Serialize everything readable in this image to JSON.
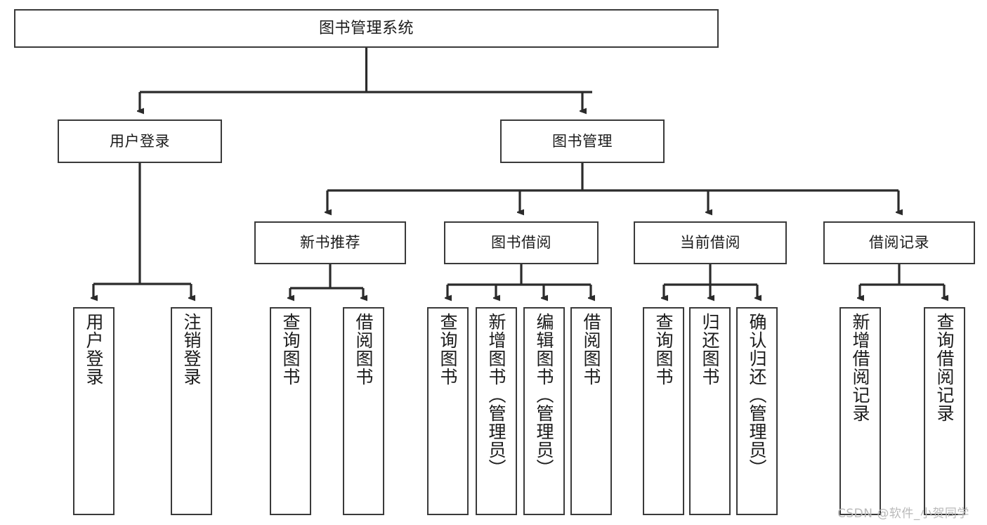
{
  "diagram": {
    "title": "图书管理系统",
    "type": "tree-hierarchy-chart",
    "watermark": "CSDN @软件_小贺同学",
    "colors": {
      "box_border": "#3a3a3a",
      "box_fill": "#ffffff",
      "edge": "#2b2b2b",
      "text": "#1b1b1b",
      "watermark": "#b9b9b9",
      "background": "#ffffff"
    },
    "levels": {
      "level1": [
        {
          "id": "root",
          "label": "图书管理系统",
          "orientation": "horizontal"
        }
      ],
      "level2": [
        {
          "id": "user-login",
          "label": "用户登录",
          "orientation": "horizontal"
        },
        {
          "id": "book-manage",
          "label": "图书管理",
          "orientation": "horizontal"
        }
      ],
      "level3": [
        {
          "id": "new-book-rec",
          "label": "新书推荐",
          "orientation": "horizontal",
          "parent": "book-manage"
        },
        {
          "id": "book-borrow",
          "label": "图书借阅",
          "orientation": "horizontal",
          "parent": "book-manage"
        },
        {
          "id": "current-borrow",
          "label": "当前借阅",
          "orientation": "horizontal",
          "parent": "book-manage"
        },
        {
          "id": "borrow-record",
          "label": "借阅记录",
          "orientation": "horizontal",
          "parent": "book-manage"
        }
      ],
      "level4": [
        {
          "id": "leaf-user-login",
          "label": "用户登录",
          "orientation": "vertical",
          "parent": "user-login"
        },
        {
          "id": "leaf-logout",
          "label": "注销登录",
          "orientation": "vertical",
          "parent": "user-login"
        },
        {
          "id": "leaf-query-book-1",
          "label": "查询图书",
          "orientation": "vertical",
          "parent": "new-book-rec"
        },
        {
          "id": "leaf-borrow-book-1",
          "label": "借阅图书",
          "orientation": "vertical",
          "parent": "new-book-rec"
        },
        {
          "id": "leaf-query-book-2",
          "label": "查询图书",
          "orientation": "vertical",
          "parent": "book-borrow"
        },
        {
          "id": "leaf-add-book",
          "label": "新增图书（管理员）",
          "orientation": "vertical",
          "parent": "book-borrow"
        },
        {
          "id": "leaf-edit-book",
          "label": "编辑图书（管理员）",
          "orientation": "vertical",
          "parent": "book-borrow"
        },
        {
          "id": "leaf-borrow-book-2",
          "label": "借阅图书",
          "orientation": "vertical",
          "parent": "book-borrow"
        },
        {
          "id": "leaf-query-book-3",
          "label": "查询图书",
          "orientation": "vertical",
          "parent": "current-borrow"
        },
        {
          "id": "leaf-return-book",
          "label": "归还图书",
          "orientation": "vertical",
          "parent": "current-borrow"
        },
        {
          "id": "leaf-confirm-return",
          "label": "确认归还（管理员）",
          "orientation": "vertical",
          "parent": "current-borrow"
        },
        {
          "id": "leaf-add-record",
          "label": "新增借阅记录",
          "orientation": "vertical",
          "parent": "borrow-record"
        },
        {
          "id": "leaf-query-record",
          "label": "查询借阅记录",
          "orientation": "vertical",
          "parent": "borrow-record"
        }
      ]
    }
  }
}
